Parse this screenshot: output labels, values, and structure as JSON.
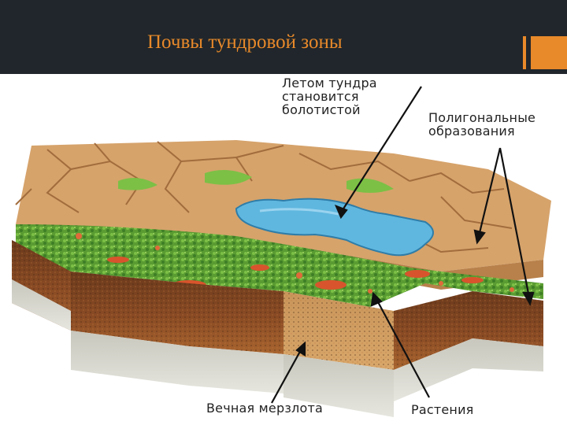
{
  "slide": {
    "title": "Почвы тундровой зоны",
    "accent_color": "#e8892a",
    "header_color": "#20262b"
  },
  "labels": {
    "summer_swamp": "Летом тундра\nстановится\nболотистой",
    "polygonal": "Полигональные\nобразования",
    "permafrost": "Вечная мерзлота",
    "plants": "Растения"
  }
}
